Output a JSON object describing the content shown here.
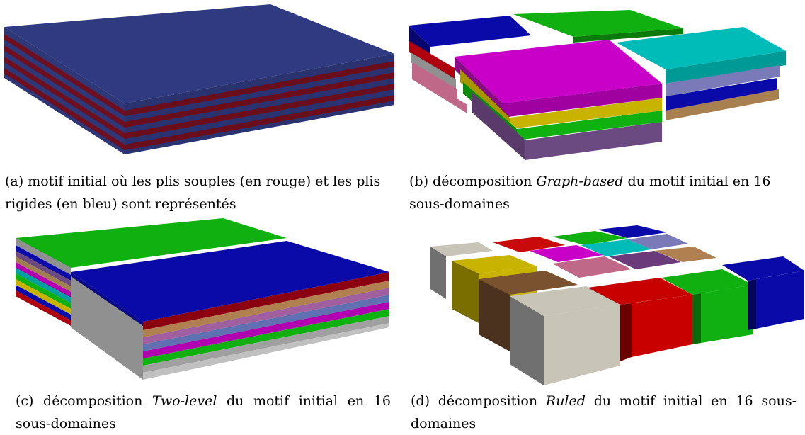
{
  "figure": {
    "panels": [
      {
        "id": "a",
        "caption_line1": "(a) motif initial où les plis souples (en rouge) et les plis",
        "caption_line2": "rigides (en bleu) sont représentés",
        "colors": {
          "top": "#2f3a80",
          "blue": "#2e3777",
          "red": "#6e0f1f"
        }
      },
      {
        "id": "b",
        "caption_prefix": "(b) décomposition ",
        "caption_method": "Graph-based",
        "caption_suffix": " du motif initial en 16",
        "caption_line2": "sous-domaines",
        "colors": [
          "#0a0aa8",
          "#10b010",
          "#00bcb8",
          "#c800c8",
          "#c8b400",
          "#8a3a8a",
          "#c06888",
          "#a08060",
          "#7a7ab8",
          "#c80a0a",
          "#909090"
        ]
      },
      {
        "id": "c",
        "caption_prefix": "(c) décomposition ",
        "caption_method": "Two-level",
        "caption_suffix": " du motif initial en 16",
        "caption_line2": "sous-domaines",
        "colors": [
          "#0a0aa8",
          "#10b010",
          "#b00010",
          "#b08050",
          "#a060a0",
          "#6070b0",
          "#b000b0",
          "#909090"
        ]
      },
      {
        "id": "d",
        "caption_prefix": "(d) décomposition ",
        "caption_method": "Ruled",
        "caption_suffix": " du motif initial en 16 sous-",
        "caption_line2": "domaines",
        "colors": [
          "#c8c4b8",
          "#c8b400",
          "#7a5230",
          "#c8c4b8",
          "#c80000",
          "#10b010",
          "#0a0aa8",
          "#c06888",
          "#6a3a7a",
          "#c080a0"
        ]
      }
    ]
  }
}
